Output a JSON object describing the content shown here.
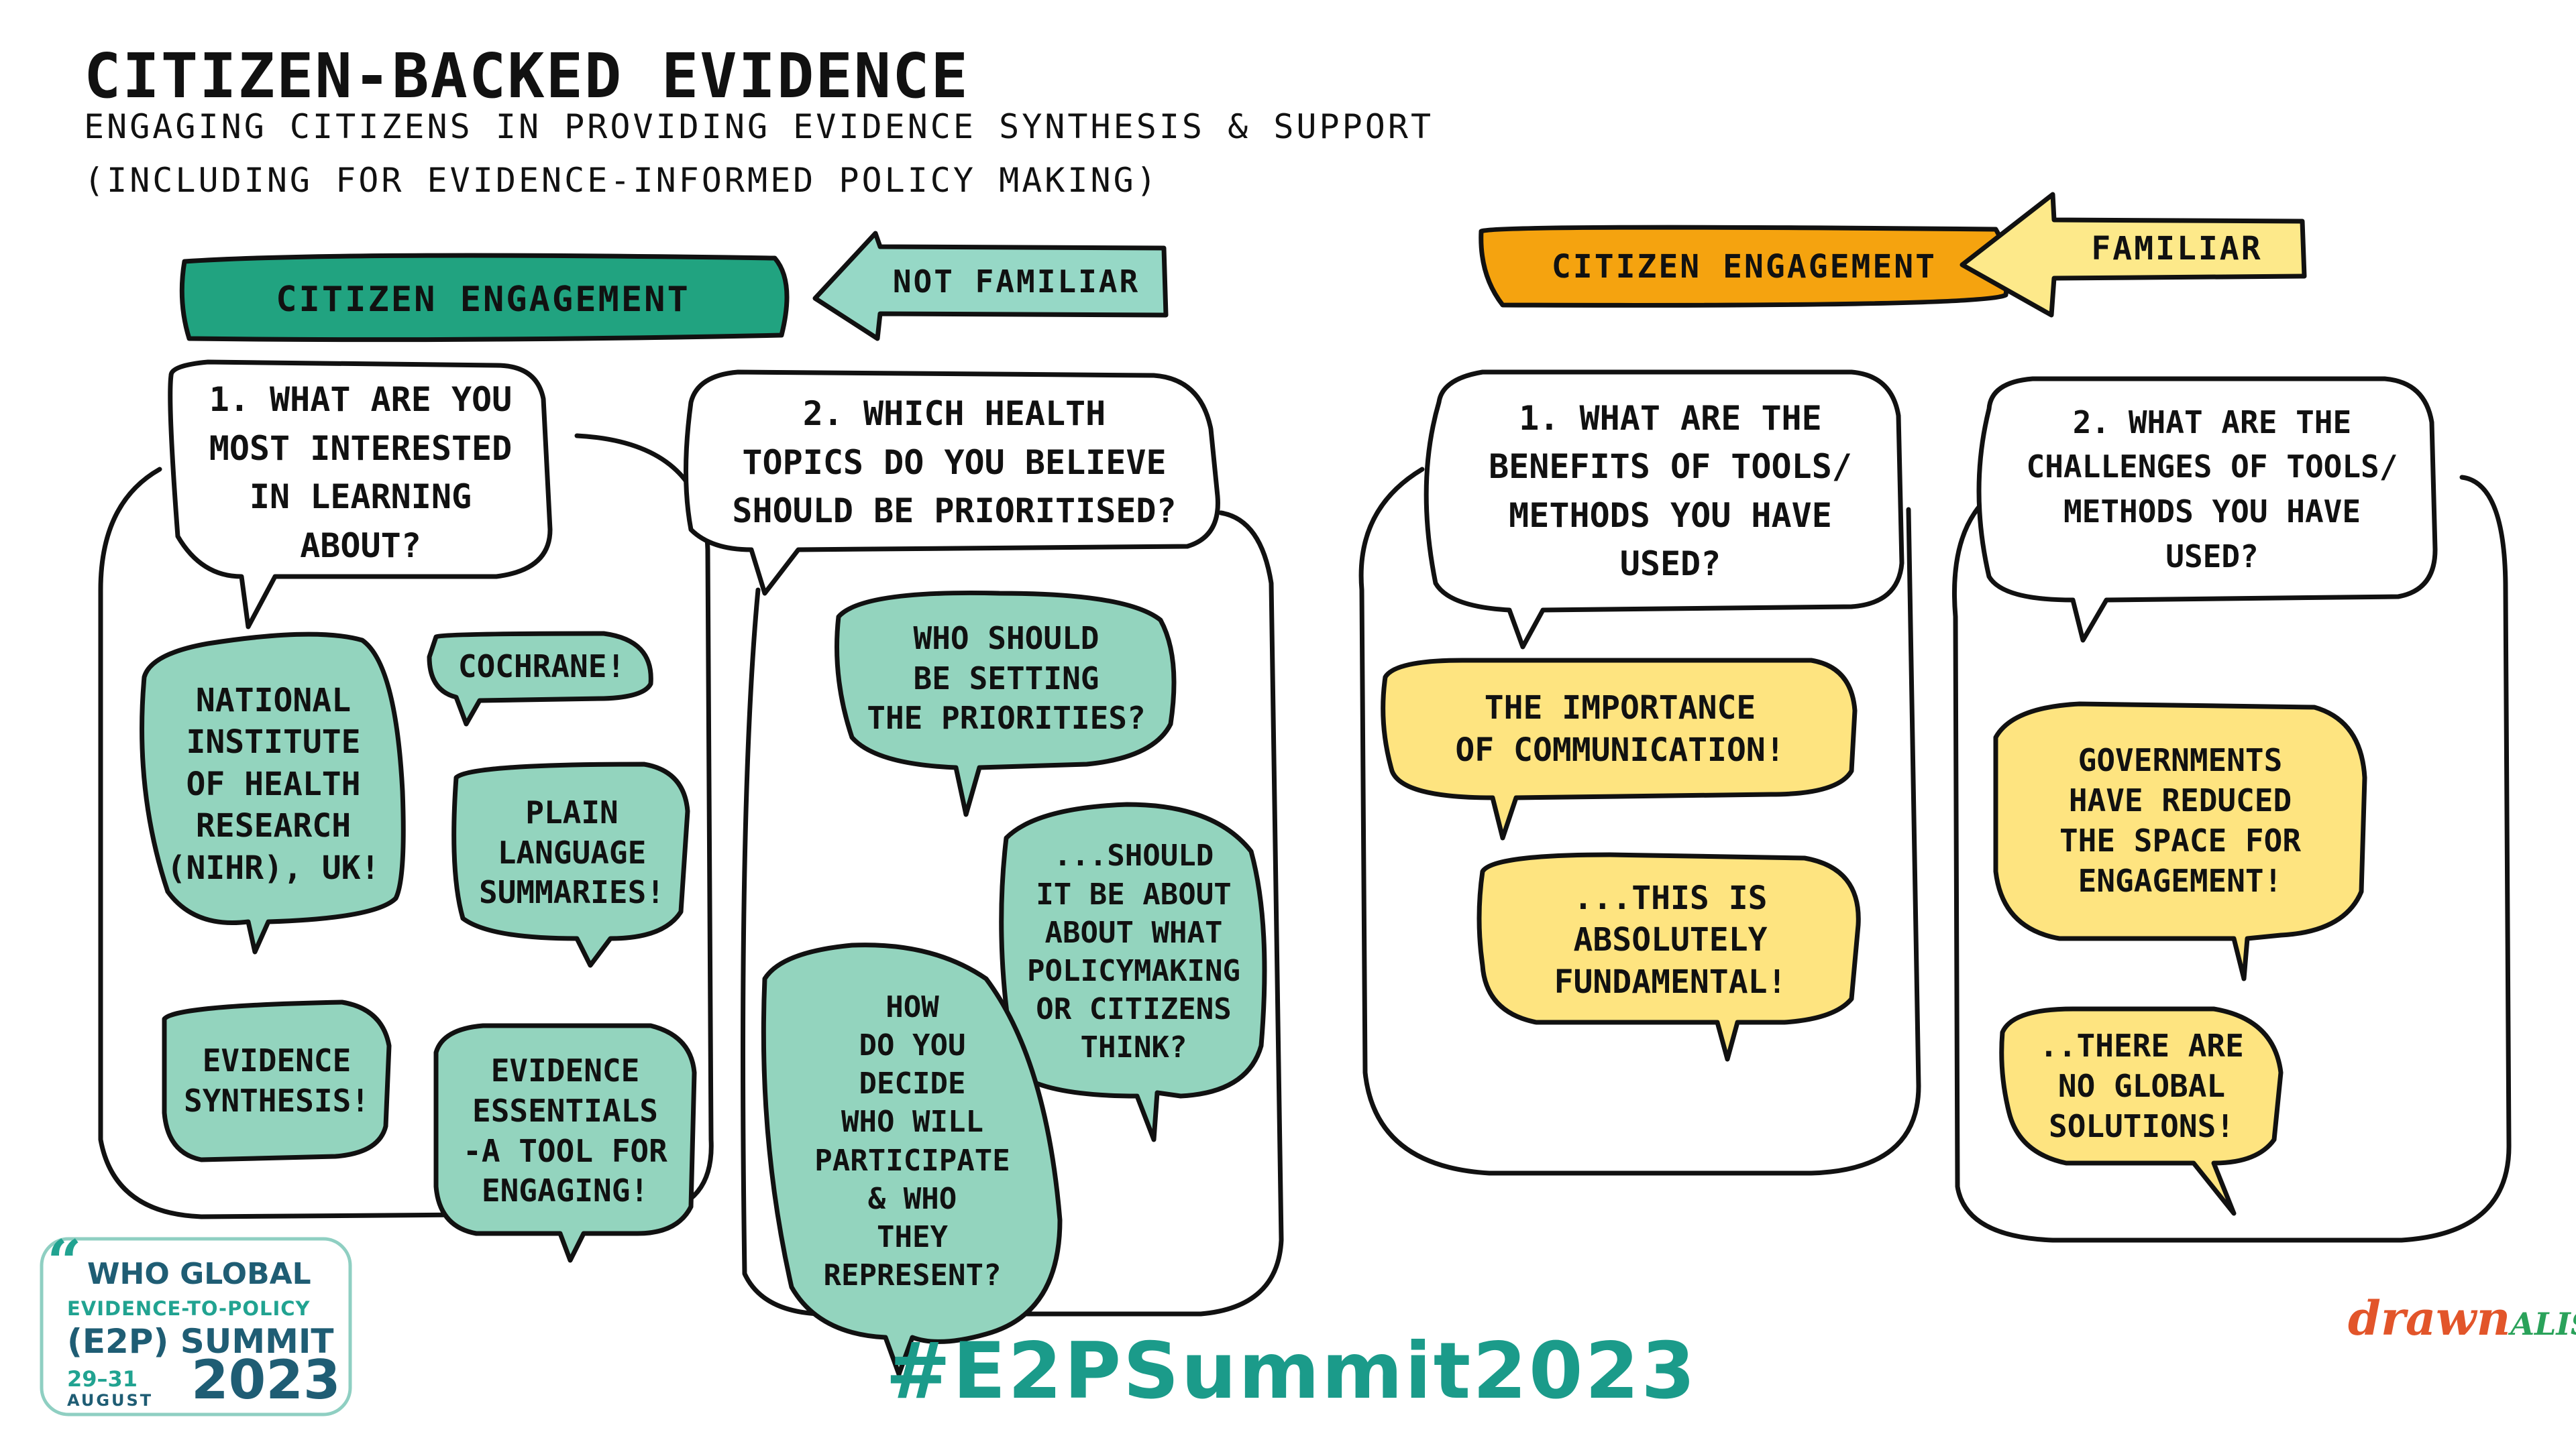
{
  "header": {
    "title": "CITIZEN-BACKED EVIDENCE",
    "subtitle_line1": "ENGAGING CITIZENS IN PROVIDING EVIDENCE SYNTHESIS & SUPPORT",
    "subtitle_line2": "(INCLUDING FOR EVIDENCE-INFORMED POLICY MAKING)"
  },
  "left_section": {
    "label": "CITIZEN ENGAGEMENT",
    "arrow_label": "NOT FAMILIAR",
    "label_color": "#21a380",
    "arrow_color": "#96d8c6",
    "question1": {
      "line1": "1. WHAT ARE YOU",
      "line2": "MOST INTERESTED",
      "line3": "IN LEARNING",
      "line4": "ABOUT?",
      "answers": [
        {
          "line1": "NATIONAL",
          "line2": "INSTITUTE",
          "line3": "OF HEALTH",
          "line4": "RESEARCH",
          "line5": "(NIHR), UK!"
        },
        {
          "line1": "COCHRANE!"
        },
        {
          "line1": "PLAIN",
          "line2": "LANGUAGE",
          "line3": "SUMMARIES!"
        },
        {
          "line1": "EVIDENCE",
          "line2": "SYNTHESIS!"
        },
        {
          "line1": "EVIDENCE",
          "line2": "ESSENTIALS",
          "line3": "-A TOOL FOR",
          "line4": "ENGAGING!"
        }
      ]
    },
    "question2": {
      "line1": "2. WHICH HEALTH",
      "line2": "TOPICS DO YOU BELIEVE",
      "line3": "SHOULD BE PRIORITISED?",
      "answers": [
        {
          "line1": "WHO SHOULD",
          "line2": "BE SETTING",
          "line3": "THE PRIORITIES?"
        },
        {
          "line1": "...SHOULD",
          "line2": "IT BE ABOUT",
          "line3": "ABOUT WHAT",
          "line4": "POLICYMAKING",
          "line5": "OR CITIZENS",
          "line6": "THINK?"
        },
        {
          "line1": "HOW",
          "line2": "DO YOU",
          "line3": "DECIDE",
          "line4": "WHO WILL",
          "line5": "PARTICIPATE",
          "line6": "& WHO",
          "line7": "THEY",
          "line8": "REPRESENT?"
        }
      ]
    }
  },
  "right_section": {
    "label": "CITIZEN ENGAGEMENT",
    "arrow_label": "FAMILIAR",
    "label_color": "#f5a30f",
    "arrow_color": "#fde98a",
    "question1": {
      "line1": "1. WHAT ARE THE",
      "line2": "BENEFITS OF TOOLS/",
      "line3": "METHODS YOU HAVE",
      "line4": "USED?",
      "answers": [
        {
          "line1": "THE IMPORTANCE",
          "line2": "OF COMMUNICATION!"
        },
        {
          "line1": "...THIS IS",
          "line2": "ABSOLUTELY",
          "line3": "FUNDAMENTAL!"
        }
      ]
    },
    "question2": {
      "line1": "2. WHAT ARE THE",
      "line2": "CHALLENGES OF TOOLS/",
      "line3": "METHODS YOU HAVE",
      "line4": "USED?",
      "answers": [
        {
          "line1": "GOVERNMENTS",
          "line2": "HAVE REDUCED",
          "line3": "THE SPACE FOR",
          "line4": "ENGAGEMENT!"
        },
        {
          "line1": "..THERE ARE",
          "line2": "NO GLOBAL",
          "line3": "SOLUTIONS!"
        }
      ]
    }
  },
  "footer": {
    "hashtag": "#E2PSummit2023",
    "hashtag_color": "#1b9b8a",
    "logo": {
      "line1": "WHO GLOBAL",
      "line2": "EVIDENCE-TO-POLICY",
      "line3": "(E2P) SUMMIT",
      "dates": "29–31",
      "month": "AUGUST",
      "year": "2023"
    },
    "brand": {
      "part1": "drawn",
      "part2": "ALISM"
    }
  }
}
